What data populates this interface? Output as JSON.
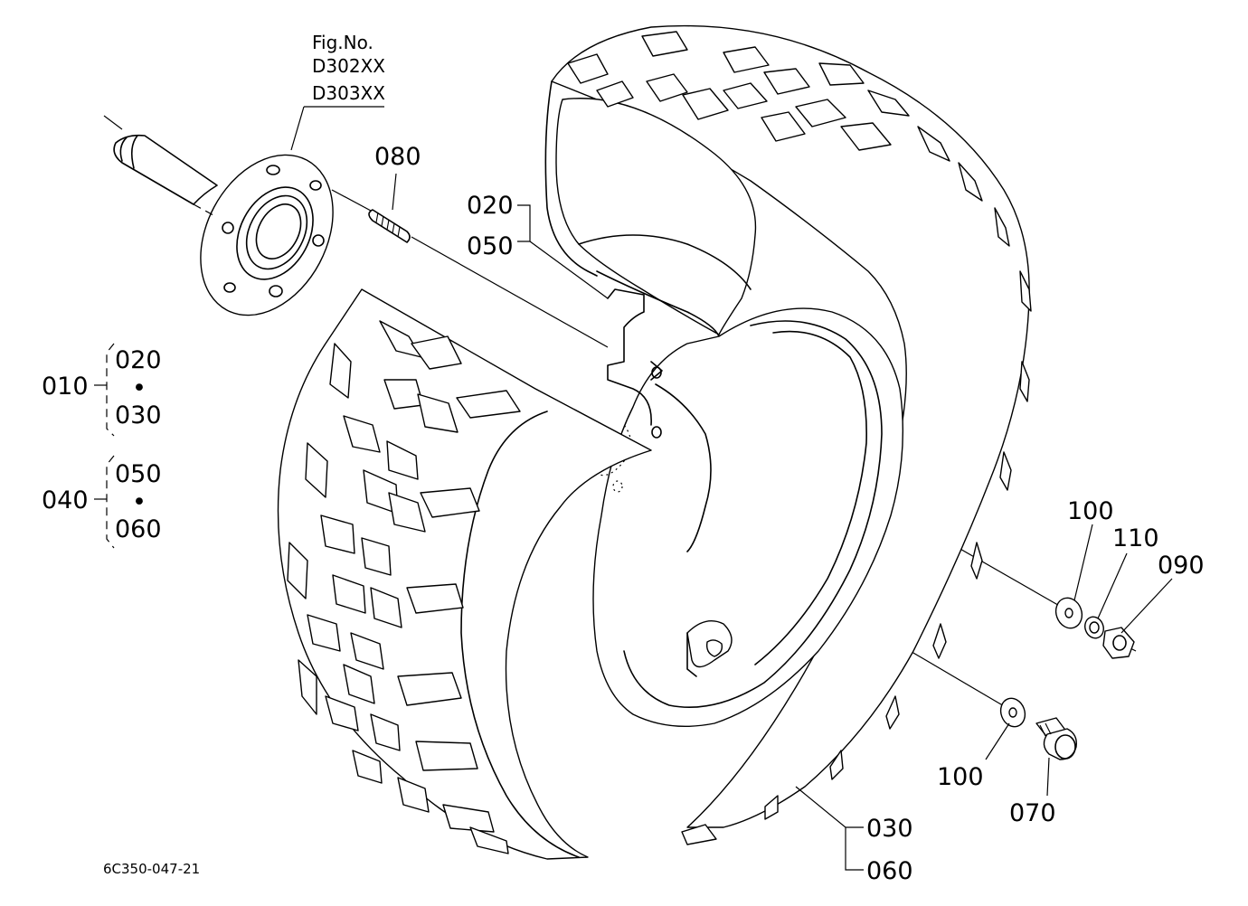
{
  "figure": {
    "fig_label": "Fig.No.",
    "fig_numbers": [
      "D302XX",
      "D303XX"
    ],
    "drawing_code": "6C350-047-21"
  },
  "callouts": {
    "c080": "080",
    "c020_top": "020",
    "c050_top": "050",
    "c100_right": "100",
    "c110": "110",
    "c090": "090",
    "c100_bottom": "100",
    "c070": "070",
    "c030_bottom": "030",
    "c060_bottom": "060"
  },
  "assemblies": [
    {
      "parent": "010",
      "children": [
        "020",
        "030"
      ],
      "separator": "•"
    },
    {
      "parent": "040",
      "children": [
        "050",
        "060"
      ],
      "separator": "•"
    }
  ]
}
